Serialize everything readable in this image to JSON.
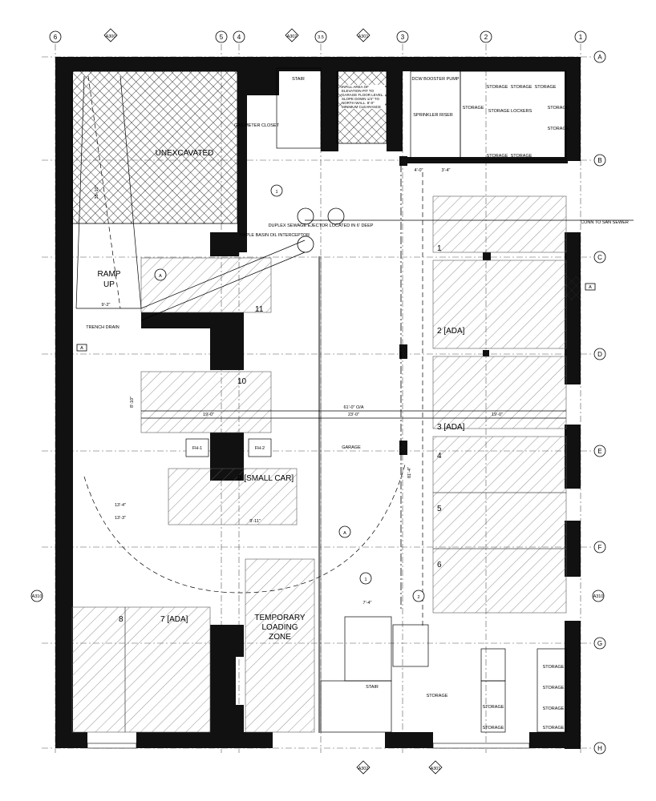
{
  "grid": {
    "columns": [
      "6",
      "5",
      "4",
      "3.5",
      "3",
      "2",
      "1"
    ],
    "rows": [
      "A",
      "B",
      "C",
      "D",
      "E",
      "F",
      "G",
      "H"
    ]
  },
  "section_tags": {
    "a300": "A300",
    "a301": "A301",
    "a302": "A302",
    "a310": "A310",
    "a": "A",
    "one": "1",
    "two": "2"
  },
  "rooms": {
    "unexcavated": "UNEXCAVATED",
    "ramp_up_1": "RAMP",
    "ramp_up_2": "UP",
    "temporary_loading_1": "TEMPORARY",
    "temporary_loading_2": "LOADING",
    "temporary_loading_3": "ZONE",
    "garage": "GARAGE",
    "storage_lockers": "STORAGE LOCKERS",
    "storage": "STORAGE",
    "gas_meter_closet": "GAS METER CLOSET",
    "stair": "STAIR",
    "duplex_sewage_ejector": "DUPLEX SEWAGE EJECTOR LOCATED IN 6' DEEP",
    "triple_basin": "TRIPLE BASIN OIL INTERCEPTOR",
    "ddw_booster_pump": "DCW BOOSTER PUMP",
    "sprinkler_room": "SPRINKLER RISER",
    "infill_note": "INFILL AREA OF ELEVATION PIT TO GARAGE FLOOR LEVEL. SLOPE DOWN 1/4\" TO NORTH WALL. 8'-0\" MINIMUM CLEARANCE",
    "to_san_sewer": "CONN TO SAN SEWER",
    "trench_drain": "TRENCH DRAIN"
  },
  "stalls": {
    "s1": "1",
    "s2": "2 [ADA]",
    "s3": "3 [ADA]",
    "s4": "4",
    "s5": "5",
    "s6": "6",
    "s7": "7 [ADA]",
    "s8": "8",
    "s9": "9 [SMALL CAR]",
    "s10": "10",
    "s11": "11"
  },
  "dimensions": {
    "overall": "61'-0\" O/A",
    "d19a": "19'-0\"",
    "d23": "23'-0\"",
    "d19b": "19'-0\"",
    "d9_2": "9'-2\"",
    "d13_4": "13'-4\"",
    "d13_3": "13'-3\"",
    "d9_11": "9'-11\"",
    "d35_10": "35'-10\"",
    "d8_10": "8'-10\"",
    "d81_4": "81'-4\"",
    "d4_0": "4'-0\"",
    "d3_4": "3'-4\"",
    "d7_4": "7'-4\""
  },
  "equipment": {
    "fh1": "FH-1",
    "fh2": "FH-2"
  }
}
